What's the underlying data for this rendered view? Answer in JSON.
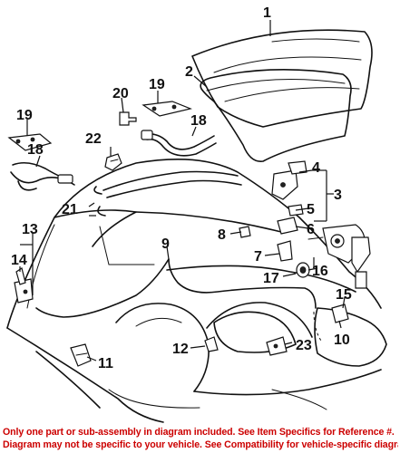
{
  "diagram": {
    "callouts": [
      "1",
      "2",
      "3",
      "4",
      "5",
      "6",
      "7",
      "8",
      "9",
      "10",
      "11",
      "12",
      "13",
      "14",
      "15",
      "16",
      "17",
      "18",
      "18",
      "19",
      "19",
      "20",
      "21",
      "22",
      "23"
    ]
  },
  "footer": {
    "line1": "Only one part or sub-assembly in diagram included. See Item Specifics for Reference #.",
    "line2": "Diagram may not be specific to your vehicle. See Compatibility for vehicle-specific diagrams.",
    "text_color": "#cc0000"
  }
}
